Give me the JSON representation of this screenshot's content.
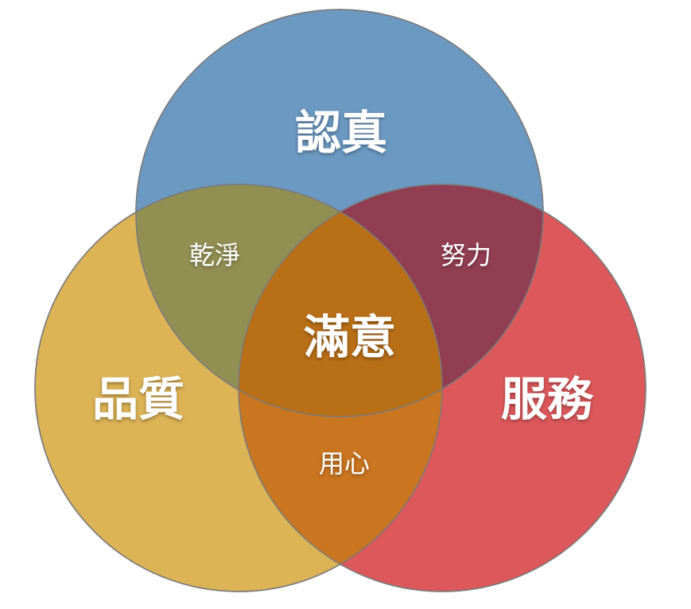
{
  "diagram": {
    "circles": {
      "top": {
        "label": "認真",
        "color": "#4f86b6"
      },
      "left": {
        "label": "品質",
        "color": "#d7a93d"
      },
      "right": {
        "label": "服務",
        "color": "#d6383b"
      }
    },
    "overlaps": {
      "top_left": "乾淨",
      "top_right": "努力",
      "left_right": "用心",
      "center": "滿意"
    },
    "colors": {
      "circle_stroke": "#7a7a7a",
      "center": "#b86f16"
    }
  }
}
